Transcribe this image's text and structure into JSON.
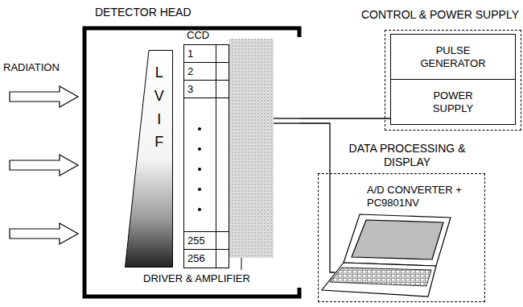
{
  "diagram": {
    "nodes": [
      {
        "text": [
          "DETECTOR HEAD"
        ]
      },
      {
        "text": [
          "LVIF"
        ],
        "in": 0
      },
      {
        "text": [
          "CCD"
        ],
        "in": 0
      },
      {
        "text": [
          "1"
        ],
        "in": 2
      },
      {
        "text": [
          "2"
        ],
        "in": 2
      },
      {
        "text": [
          "3"
        ],
        "in": 2
      },
      {
        "text": [
          "255"
        ],
        "in": 2
      },
      {
        "text": [
          "256"
        ],
        "in": 2
      },
      {
        "text": [
          "CONTROL & POWER SUPPLY"
        ]
      },
      {
        "text": [
          "PULSE GENERATOR"
        ],
        "in": 8
      },
      {
        "text": [
          "POWER SUPPLY"
        ],
        "in": 8
      },
      {
        "text": [
          "DATA PROCESSING & DISPLAY",
          "A/D CONVERTER + PC9801NV"
        ]
      }
    ],
    "edges": [
      {
        "from": 0,
        "to": 10,
        "arrow": "none"
      },
      {
        "from": 0,
        "to": 11,
        "arrow": "none"
      }
    ],
    "labels": [
      "RADIATION",
      "DRIVER & AMPLIFIER"
    ]
  }
}
